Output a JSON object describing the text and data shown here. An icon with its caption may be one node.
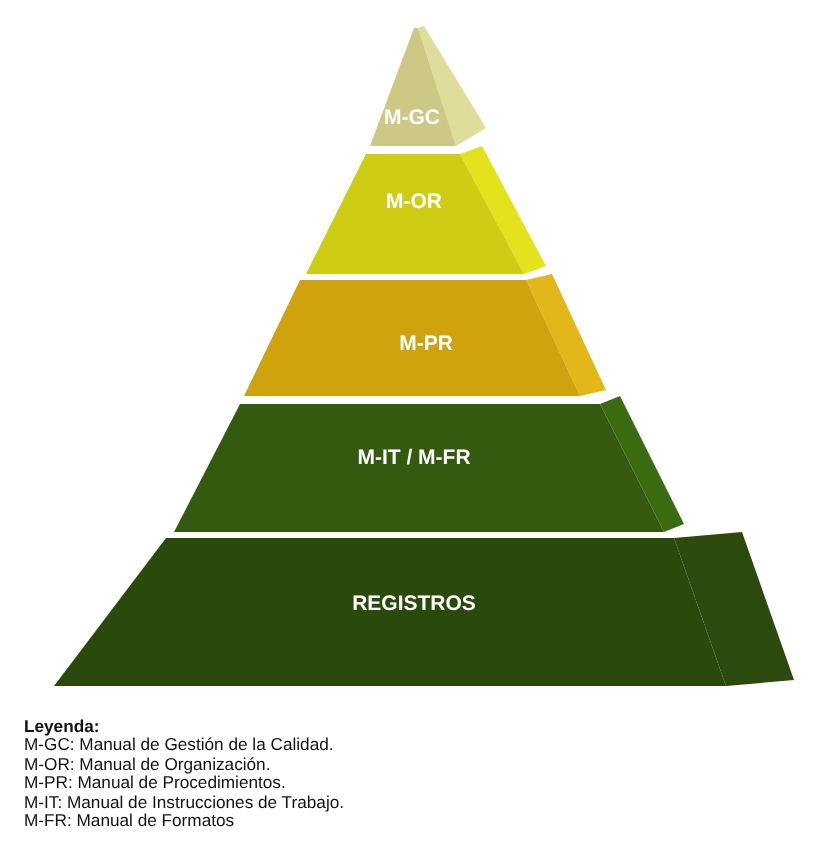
{
  "diagram": {
    "nodes": [
      {
        "text": [
          "M-GC"
        ]
      },
      {
        "text": [
          "M-OR"
        ]
      },
      {
        "text": [
          "M-PR"
        ]
      },
      {
        "text": [
          "M-IT / M-FR"
        ]
      },
      {
        "text": [
          "REGISTROS"
        ]
      }
    ],
    "labels": [
      "Leyenda:",
      "M-GC: Manual de Gestión de la Calidad.",
      "M-OR: Manual de Organización.",
      "M-PR: Manual de Procedimientos.",
      "M-IT: Manual de Instrucciones de Trabajo.",
      "M-FR: Manual de Formatos"
    ]
  }
}
